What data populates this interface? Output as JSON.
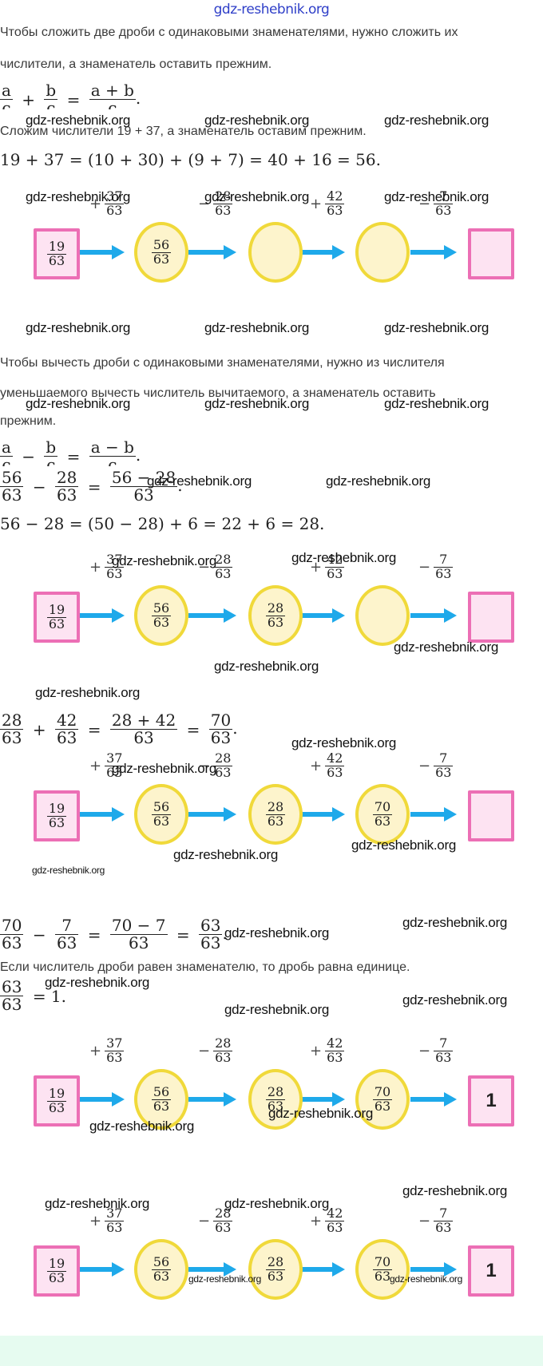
{
  "header": {
    "watermark_link": "gdz-reshebnik.org"
  },
  "watermark": "gdz-reshebnik.org",
  "texts": {
    "add_rule_line1": "Чтобы сложить две дроби с одинаковыми знаменателями, нужно сложить их",
    "add_rule_line2": "числители, а знаменатель оставить прежним.",
    "add_step": "Сложим числители 19 + 37, а знаменатель оставим прежним.",
    "add_calc": "19 + 37 = (10 + 30) + (9 + 7) = 40 + 16 = 56.",
    "sub_rule_line1": "Чтобы вычесть дроби с одинаковыми знаменателями, нужно из числителя",
    "sub_rule_line2": "уменьшаемого вычесть числитель вычитаемого, а знаменатель оставить",
    "sub_rule_line3": "прежним.",
    "sub_calc": "56 − 28 = (50 − 28) + 6 = 22 + 6 = 28.",
    "unit_rule": "Если числитель дроби равен знаменателю, то дробь равна единице."
  },
  "formulas": {
    "add_general": {
      "a": "a",
      "b": "b",
      "c": "c",
      "sum": "a + b",
      "plus": "+",
      "eq": "=",
      "minus": "−",
      "diff": "a − b"
    },
    "sub_numeric": {
      "n1": "56",
      "n2": "28",
      "d": "63",
      "top": "56 − 28"
    },
    "add_numeric": {
      "n1": "28",
      "n2": "42",
      "d": "63",
      "top": "28 + 42",
      "res": "70"
    },
    "sub_numeric2": {
      "n1": "70",
      "n2": "7",
      "d": "63",
      "top": "70 − 7",
      "res": "63"
    },
    "unit": {
      "n": "63",
      "d": "63",
      "res": "= 1."
    }
  },
  "chain": {
    "start": {
      "num": "19",
      "den": "63"
    },
    "ops": [
      {
        "sign": "+",
        "num": "37",
        "den": "63"
      },
      {
        "sign": "−",
        "num": "28",
        "den": "63"
      },
      {
        "sign": "+",
        "num": "42",
        "den": "63"
      },
      {
        "sign": "−",
        "num": "7",
        "den": "63"
      }
    ],
    "results": [
      {
        "num": "56",
        "den": "63"
      },
      {
        "num": "28",
        "den": "63"
      },
      {
        "num": "70",
        "den": "63"
      }
    ],
    "final": "1"
  },
  "diagrams_filled_steps": [
    1,
    2,
    3,
    4,
    4
  ],
  "colors": {
    "square_border": "#ec6fb5",
    "square_fill": "#fde3f2",
    "circle_border": "#f0d93a",
    "circle_fill": "#fdf4cc",
    "arrow": "#1ea9ea",
    "footer": "#e6fbf0"
  }
}
